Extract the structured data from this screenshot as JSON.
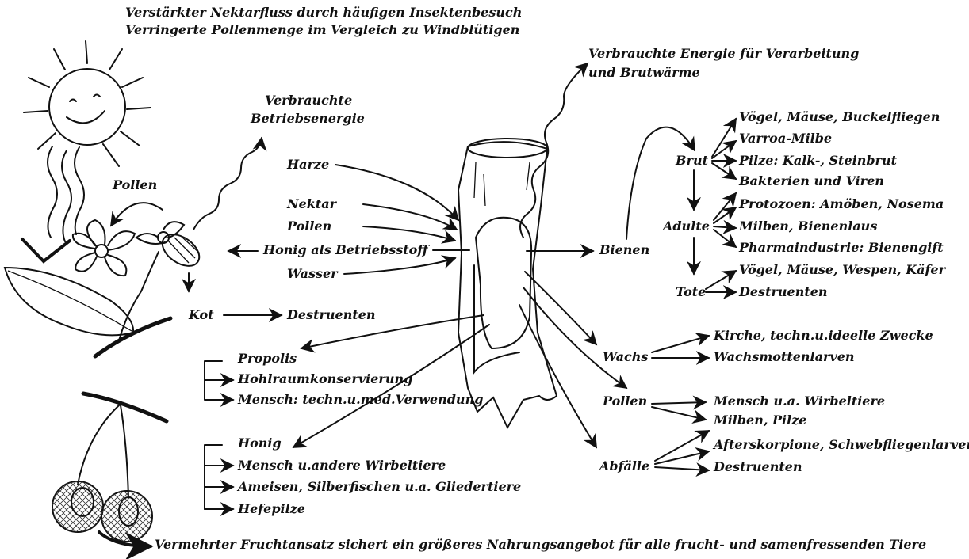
{
  "top": {
    "line1": "Verstärkter Nektarfluss durch häufigen Insektenbesuch",
    "line2": "Verringerte Pollenmenge im Vergleich zu Windblütigen"
  },
  "left": {
    "energy_line1": "Verbrauchte",
    "energy_line2": "Betriebsenergie",
    "pollen": "Pollen",
    "kot": "Kot",
    "destruenten": "Destruenten"
  },
  "inputs": [
    "Harze",
    "Nektar",
    "Pollen",
    "Honig als Betriebsstoff",
    "Wasser"
  ],
  "hive_energy": {
    "line1": "Verbrauchte Energie für Verarbeitung",
    "line2": "und Brutwärme"
  },
  "propolis": {
    "title": "Propolis",
    "items": [
      "Hohlraumkonservierung",
      "Mensch: techn.u.med.Verwendung"
    ]
  },
  "honig": {
    "title": "Honig",
    "items": [
      "Mensch u.andere Wirbeltiere",
      "Ameisen, Silberfischen u.a. Gliedertiere",
      "Hefepilze"
    ]
  },
  "bienen": {
    "label": "Bienen",
    "brut": "Brut",
    "adulte": "Adulte",
    "tote": "Tote",
    "brut_items": [
      "Vögel, Mäuse, Buckelfliegen",
      "Varroa-Milbe",
      "Pilze: Kalk-, Steinbrut",
      "Bakterien und Viren"
    ],
    "adulte_items": [
      "Protozoen: Amöben, Nosema",
      "Milben, Bienenlaus",
      "Pharmaindustrie: Bienengift",
      "Vögel, Mäuse, Wespen, Käfer"
    ],
    "tote_items": [
      "Destruenten"
    ]
  },
  "wachs": {
    "label": "Wachs",
    "items": [
      "Kirche, techn.u.ideelle Zwecke",
      "Wachsmottenlarven"
    ]
  },
  "pollen_out": {
    "label": "Pollen",
    "items": [
      "Mensch u.a. Wirbeltiere",
      "Milben, Pilze"
    ]
  },
  "abfaelle": {
    "label": "Abfälle",
    "items": [
      "Afterskorpione, Schwebfliegenlarven",
      "Destruenten"
    ]
  },
  "bottom": "Vermehrter Fruchtansatz sichert ein größeres Nahrungsangebot für alle frucht- und samenfressenden Tiere"
}
